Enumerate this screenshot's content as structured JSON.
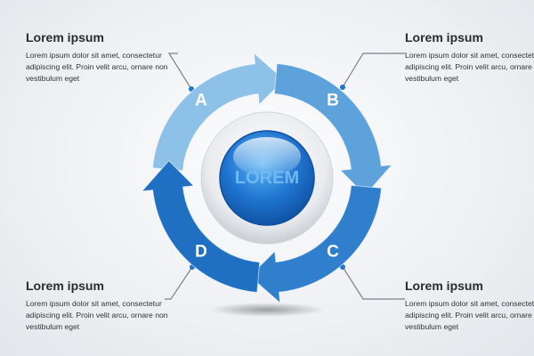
{
  "center": {
    "label": "LOREM"
  },
  "segments": [
    {
      "letter": "A",
      "color": "#8ec1e8"
    },
    {
      "letter": "B",
      "color": "#5ea2dc"
    },
    {
      "letter": "C",
      "color": "#2f7fcc"
    },
    {
      "letter": "D",
      "color": "#1f6fc2"
    }
  ],
  "callouts": {
    "a": {
      "title": "Lorem ipsum",
      "body": "Lorem ipsum dolor sit amet, consectetur adipiscing elit. Proin velit arcu, ornare non vestibulum eget"
    },
    "b": {
      "title": "Lorem ipsum",
      "body": "Lorem ipsum dolor sit amet, consectetur adipiscing elit. Proin velit arcu, ornare non vestibulum eget"
    },
    "c": {
      "title": "Lorem ipsum",
      "body": "Lorem ipsum dolor sit amet, consectetur adipiscing elit. Proin velit arcu, ornare non vestibulum eget"
    },
    "d": {
      "title": "Lorem ipsum",
      "body": "Lorem ipsum dolor sit amet, consectetur adipiscing elit. Proin velit arcu, ornare non vestibulum eget"
    }
  }
}
